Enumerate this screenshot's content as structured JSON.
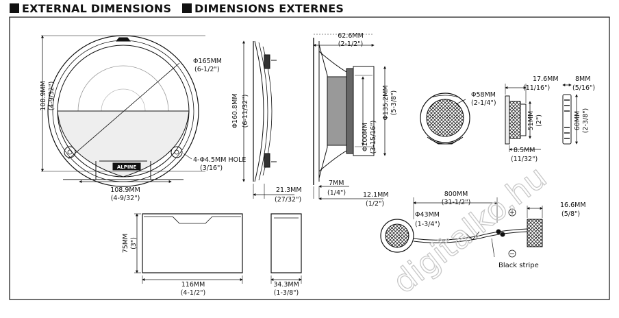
{
  "headers": {
    "en": "EXTERNAL DIMENSIONS",
    "fr": "DIMENSIONS EXTERNES"
  },
  "brand": "ALPINE",
  "watermark": "digitalko.hu",
  "dims": {
    "front_dia": "Φ165MM",
    "front_dia_in": "(6-1/2\")",
    "front_h": "108.9MM",
    "front_h_in": "(4-9/32\")",
    "front_w": "108.9MM",
    "front_w_in": "(4-9/32\")",
    "hole": "4-Φ4.5MM HOLE",
    "hole_in": "(3/16\")",
    "side_dia": "Φ160.8MM",
    "side_dia_in": "(6-11/32\")",
    "side_depth": "21.3MM",
    "side_depth_in": "(27/32\")",
    "total_depth": "62.6MM",
    "total_depth_in": "(2-1/2\")",
    "cone_dia": "Φ135.2MM",
    "cone_dia_in": "(5-3/8\")",
    "magnet_dia": "Φ100MM",
    "magnet_dia_in": "(3-15/16\")",
    "flange": "7MM",
    "flange_in": "(1/4\")",
    "mount_depth": "12.1MM",
    "mount_depth_in": "(1/2\")",
    "tw_dia": "Φ58MM",
    "tw_dia_in": "(2-1/4\")",
    "tw_depth": "17.6MM",
    "tw_depth_in": "(11/16\")",
    "tw_h": "51MM",
    "tw_h_in": "(2\")",
    "tw_base": "8.5MM",
    "tw_base_in": "(11/32\")",
    "cup_w": "8MM",
    "cup_w_in": "(5/16\")",
    "cup_h": "60MM",
    "cup_h_in": "(2-3/8\")",
    "box_h": "75MM",
    "box_h_in": "(3\")",
    "box_w": "116MM",
    "box_w_in": "(4-1/2\")",
    "box_d": "34.3MM",
    "box_d_in": "(1-3/8\")",
    "cable": "800MM",
    "cable_in": "(31-1/2\")",
    "tw2_dia": "Φ43MM",
    "tw2_dia_in": "(1-3/4\")",
    "tw2_d": "16.6MM",
    "tw2_d_in": "(5/8\")",
    "plus": "+",
    "minus": "−",
    "stripe": "Black stripe"
  }
}
